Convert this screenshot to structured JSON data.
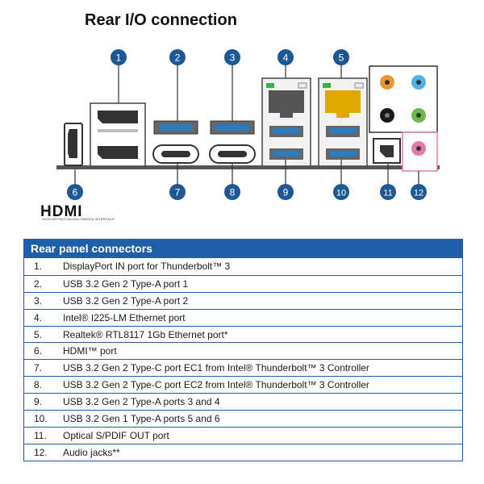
{
  "title": "Rear I/O connection",
  "hdmi_logo": {
    "text": "HDMI",
    "tagline": "HIGH-DEFINITION MULTIMEDIA INTERFACE"
  },
  "callouts": [
    "1",
    "2",
    "3",
    "4",
    "5",
    "6",
    "7",
    "8",
    "9",
    "10",
    "11",
    "12"
  ],
  "colors": {
    "accent_blue": "#1f5ea8",
    "callout_fill": "#1d5795",
    "usb3_blue": "#1e6fb5",
    "jack_orange": "#e8962e",
    "jack_light_blue": "#4fb4e6",
    "jack_black": "#1a1a1a",
    "jack_green": "#6bbb4a",
    "jack_pink": "#e37cae",
    "panel_line": "#e37cae"
  },
  "table": {
    "header": "Rear panel connectors",
    "rows": [
      {
        "num": "1.",
        "desc": "DisplayPort IN port for Thunderbolt™ 3"
      },
      {
        "num": "2.",
        "desc": "USB 3.2 Gen 2 Type-A port 1"
      },
      {
        "num": "3.",
        "desc": "USB 3.2 Gen 2 Type-A port 2"
      },
      {
        "num": "4.",
        "desc": "Intel® I225-LM Ethernet port"
      },
      {
        "num": "5.",
        "desc": "Realtek® RTL8117 1Gb Ethernet port*"
      },
      {
        "num": "6.",
        "desc": "HDMI™ port"
      },
      {
        "num": "7.",
        "desc": "USB 3.2 Gen 2 Type-C port EC1 from Intel® Thunderbolt™ 3 Controller"
      },
      {
        "num": "8.",
        "desc": "USB 3.2 Gen 2 Type-C port EC2 from Intel® Thunderbolt™ 3 Controller"
      },
      {
        "num": "9.",
        "desc": "USB 3.2 Gen 2 Type-A ports 3 and 4"
      },
      {
        "num": "10.",
        "desc": "USB 3.2 Gen 1 Type-A ports 5 and 6"
      },
      {
        "num": "11.",
        "desc": "Optical S/PDIF OUT port"
      },
      {
        "num": "12.",
        "desc": "Audio jacks**"
      }
    ]
  }
}
